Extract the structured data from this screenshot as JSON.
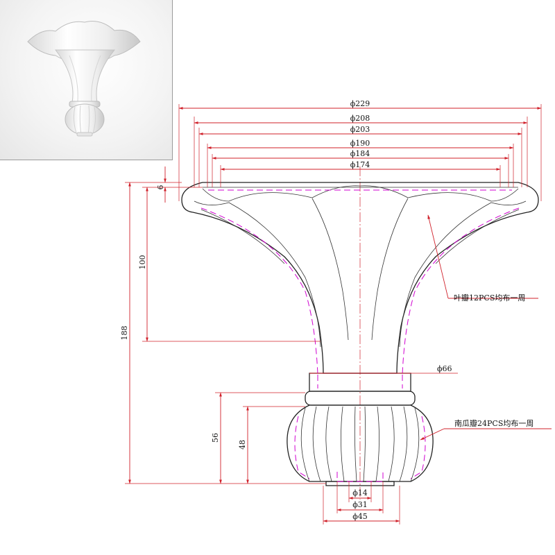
{
  "dimensions": {
    "d229": "ϕ229",
    "d208": "ϕ208",
    "d203": "ϕ203",
    "d190": "ϕ190",
    "d184": "ϕ184",
    "d174": "ϕ174",
    "d66": "ϕ66",
    "d14": "ϕ14",
    "d31": "ϕ31",
    "d45": "ϕ45",
    "h6": "6",
    "h100": "100",
    "h188": "188",
    "h56": "56",
    "h48": "48"
  },
  "notes": {
    "petals": "叶瓣12PCS均布一周",
    "pumpkin": "南瓜瓣24PCS均布一周"
  },
  "colors": {
    "dimension": "#d0202a",
    "hidden_line": "#d000d0",
    "outline": "#222222"
  }
}
